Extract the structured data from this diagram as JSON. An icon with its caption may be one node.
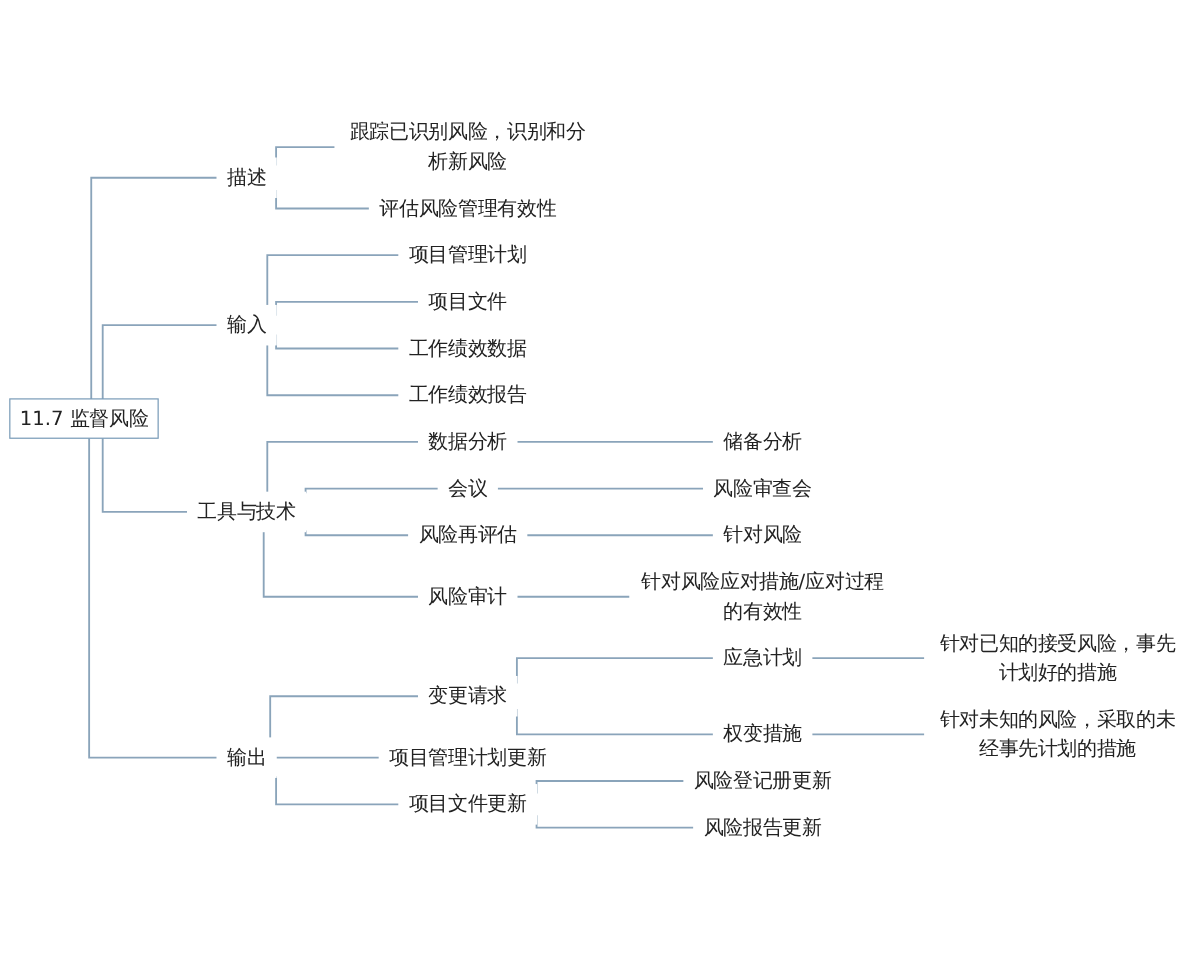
{
  "diagram": {
    "nodes": [
      {
        "text": [
          "11.7 监督风险"
        ]
      },
      {
        "text": [
          "描述"
        ]
      },
      {
        "text": [
          "跟踪已识别风险，识别和分析新风险"
        ]
      },
      {
        "text": [
          "评估风险管理有效性"
        ]
      },
      {
        "text": [
          "输入"
        ]
      },
      {
        "text": [
          "项目管理计划"
        ]
      },
      {
        "text": [
          "项目文件"
        ]
      },
      {
        "text": [
          "工作绩效数据"
        ]
      },
      {
        "text": [
          "工作绩效报告"
        ]
      },
      {
        "text": [
          "工具与技术"
        ]
      },
      {
        "text": [
          "数据分析"
        ]
      },
      {
        "text": [
          "储备分析"
        ]
      },
      {
        "text": [
          "会议"
        ]
      },
      {
        "text": [
          "风险审查会"
        ]
      },
      {
        "text": [
          "风险再评估"
        ]
      },
      {
        "text": [
          "针对风险"
        ]
      },
      {
        "text": [
          "风险审计"
        ]
      },
      {
        "text": [
          "针对风险应对措施/应对过程的有效性"
        ]
      },
      {
        "text": [
          "输出"
        ]
      },
      {
        "text": [
          "变更请求"
        ]
      },
      {
        "text": [
          "应急计划"
        ]
      },
      {
        "text": [
          "针对已知的接受风险，事先计划好的措施"
        ]
      },
      {
        "text": [
          "权变措施"
        ]
      },
      {
        "text": [
          "针对未知的风险，采取的未经事先计划的措施"
        ]
      },
      {
        "text": [
          "项目管理计划更新"
        ]
      },
      {
        "text": [
          "项目文件更新"
        ]
      },
      {
        "text": [
          "风险登记册更新"
        ]
      },
      {
        "text": [
          "风险报告更新"
        ]
      }
    ],
    "edges": [
      {
        "from": 0,
        "to": 1,
        "arrow": "none"
      },
      {
        "from": 1,
        "to": 2,
        "arrow": "none"
      },
      {
        "from": 1,
        "to": 3,
        "arrow": "none"
      },
      {
        "from": 0,
        "to": 4,
        "arrow": "none"
      },
      {
        "from": 4,
        "to": 5,
        "arrow": "none"
      },
      {
        "from": 4,
        "to": 6,
        "arrow": "none"
      },
      {
        "from": 4,
        "to": 7,
        "arrow": "none"
      },
      {
        "from": 4,
        "to": 8,
        "arrow": "none"
      },
      {
        "from": 0,
        "to": 9,
        "arrow": "none"
      },
      {
        "from": 9,
        "to": 10,
        "arrow": "none"
      },
      {
        "from": 10,
        "to": 11,
        "arrow": "none"
      },
      {
        "from": 9,
        "to": 12,
        "arrow": "none"
      },
      {
        "from": 12,
        "to": 13,
        "arrow": "none"
      },
      {
        "from": 9,
        "to": 14,
        "arrow": "none"
      },
      {
        "from": 14,
        "to": 15,
        "arrow": "none"
      },
      {
        "from": 9,
        "to": 16,
        "arrow": "none"
      },
      {
        "from": 16,
        "to": 17,
        "arrow": "none"
      },
      {
        "from": 0,
        "to": 18,
        "arrow": "none"
      },
      {
        "from": 18,
        "to": 19,
        "arrow": "none"
      },
      {
        "from": 19,
        "to": 20,
        "arrow": "none"
      },
      {
        "from": 20,
        "to": 21,
        "arrow": "none"
      },
      {
        "from": 19,
        "to": 22,
        "arrow": "none"
      },
      {
        "from": 22,
        "to": 23,
        "arrow": "none"
      },
      {
        "from": 18,
        "to": 24,
        "arrow": "none"
      },
      {
        "from": 18,
        "to": 25,
        "arrow": "none"
      },
      {
        "from": 25,
        "to": 26,
        "arrow": "none"
      },
      {
        "from": 25,
        "to": 27,
        "arrow": "none"
      }
    ]
  }
}
